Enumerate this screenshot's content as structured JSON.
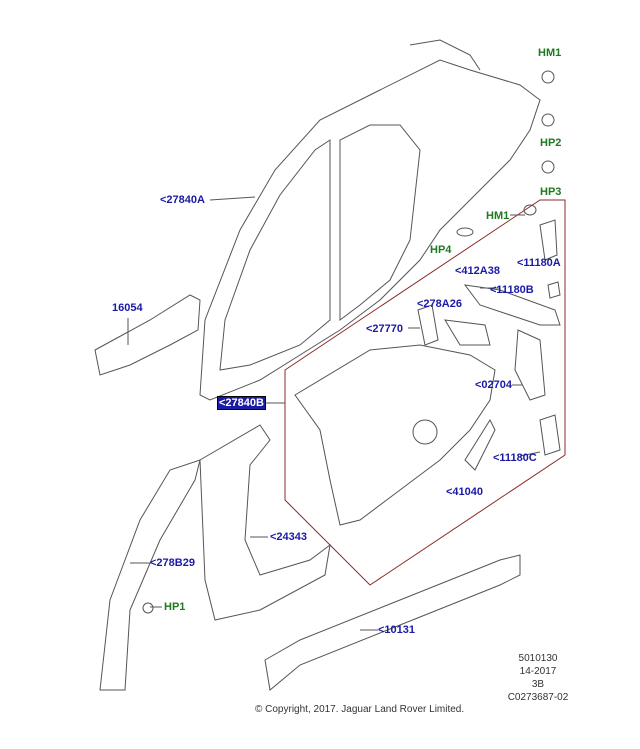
{
  "colors": {
    "part_label": "#1a1aa6",
    "fixing_label": "#1e7a1e",
    "callout_box": "#8b2a2a",
    "line_art": "#555555"
  },
  "labels": {
    "hm1_top": "HM1",
    "hp2": "HP2",
    "hp3": "HP3",
    "hm1_lower": "HM1",
    "hp4": "HP4",
    "p27840a": "<27840A",
    "p16054": "16054",
    "p11180a": "<11180A",
    "p412a38": "<412A38",
    "p11180b": "<11180B",
    "p278a26": "<278A26",
    "p27770": "<27770",
    "p02704": "<02704",
    "p27840b": "<27840B",
    "p11180c": "<11180C",
    "p41040": "<41040",
    "p24343": "<24343",
    "p278b29": "<278B29",
    "hp1": "HP1",
    "p10131": "<10131"
  },
  "meta": {
    "line1": "5010130",
    "line2": "14-2017",
    "line3": "3B",
    "line4": "C0273687-02"
  },
  "copyright": "© Copyright, 2017. Jaguar Land Rover Limited."
}
